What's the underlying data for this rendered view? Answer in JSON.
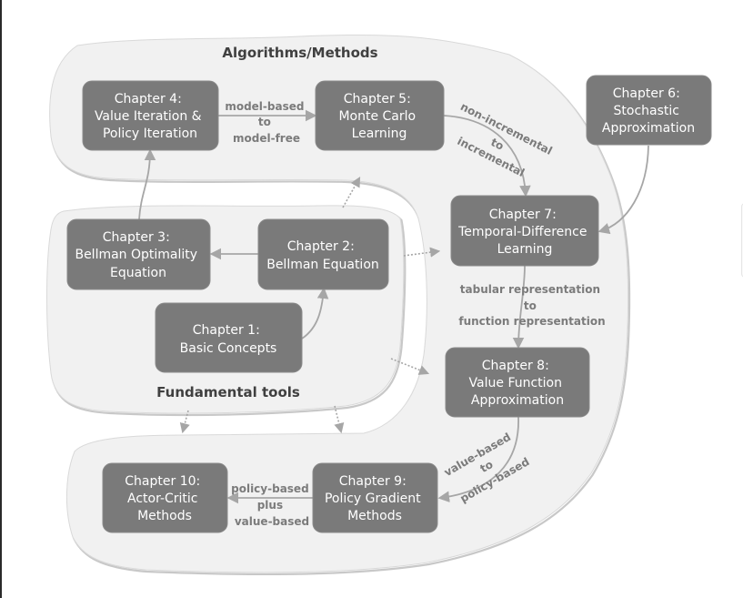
{
  "regions": {
    "algorithms": {
      "title": "Algorithms/Methods"
    },
    "fundamental": {
      "title": "Fundamental tools"
    }
  },
  "colors": {
    "node_fill": "#7a7a7a",
    "node_text": "#ffffff",
    "region_fill": "#f1f1f1",
    "edge": "#a6a6a6",
    "label_text": "#7b7b7b",
    "title_text": "#404040"
  },
  "nodes": {
    "ch1": {
      "lines": [
        "Chapter 1:",
        "Basic Concepts"
      ]
    },
    "ch2": {
      "lines": [
        "Chapter 2:",
        "Bellman Equation"
      ]
    },
    "ch3": {
      "lines": [
        "Chapter 3:",
        "Bellman Optimality",
        "Equation"
      ]
    },
    "ch4": {
      "lines": [
        "Chapter 4:",
        "Value Iteration &",
        "Policy Iteration"
      ]
    },
    "ch5": {
      "lines": [
        "Chapter 5:",
        "Monte Carlo",
        "Learning"
      ]
    },
    "ch6": {
      "lines": [
        "Chapter 6:",
        "Stochastic",
        "Approximation"
      ]
    },
    "ch7": {
      "lines": [
        "Chapter 7:",
        "Temporal-Difference",
        "Learning"
      ]
    },
    "ch8": {
      "lines": [
        "Chapter 8:",
        "Value Function",
        "Approximation"
      ]
    },
    "ch9": {
      "lines": [
        "Chapter 9:",
        "Policy Gradient",
        "Methods"
      ]
    },
    "ch10": {
      "lines": [
        "Chapter 10:",
        "Actor-Critic",
        "Methods"
      ]
    }
  },
  "edges": {
    "ch4_ch5": {
      "lines": [
        "model-based",
        "to",
        "model-free"
      ]
    },
    "ch5_ch7": {
      "lines": [
        "non-incremental",
        "to",
        "incremental"
      ]
    },
    "ch7_ch8": {
      "lines": [
        "tabular representation",
        "to",
        "function representation"
      ]
    },
    "ch8_ch9": {
      "lines": [
        "value-based",
        "to",
        "policy-based"
      ]
    },
    "ch9_ch10": {
      "lines": [
        "policy-based",
        "plus",
        "value-based"
      ]
    }
  }
}
